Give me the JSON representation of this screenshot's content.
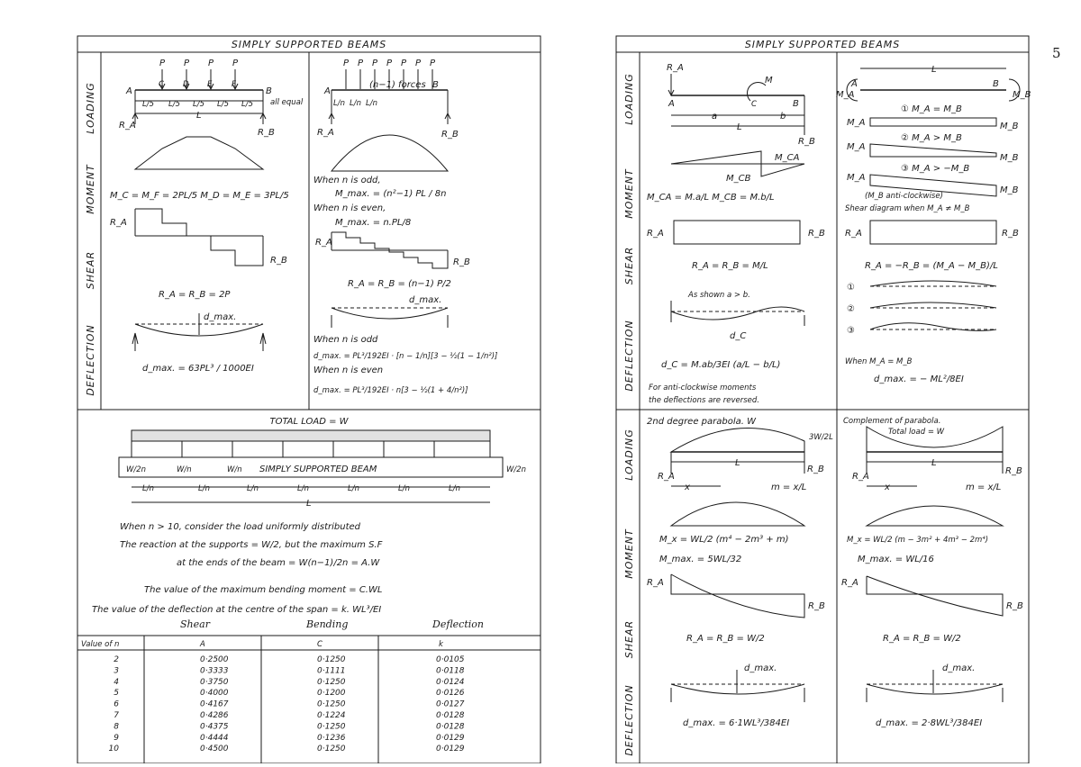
{
  "page_number": "5",
  "left": {
    "title": "SIMPLY SUPPORTED BEAMS",
    "row_labels": [
      "LOADING",
      "MOMENT",
      "SHEAR",
      "DEFLECTION"
    ],
    "colA": {
      "loads": [
        "P",
        "P",
        "P",
        "P"
      ],
      "points": [
        "A",
        "C",
        "D",
        "E",
        "F",
        "B"
      ],
      "span_label": "L",
      "spacing": "L/5",
      "all_equal": "all equal",
      "ra": "R_A",
      "rb": "R_B",
      "moment_eq": "M_C = M_F = 2PL/5    M_D = M_E = 3PL/5",
      "reactions": "R_A = R_B = 2P",
      "dmax_label": "d_max.",
      "dmax_eq": "d_max. = 63PL³ / 1000EI"
    },
    "colB": {
      "loads": [
        "P",
        "P",
        "P",
        "P",
        "P",
        "P",
        "P"
      ],
      "forces_label": "(n−1) forces",
      "a": "A",
      "b": "B",
      "spacing": "L/n",
      "odd_label": "When n is odd,",
      "odd_eq": "M_max. = (n²−1) PL / 8n",
      "even_label": "When n is even,",
      "even_eq": "M_max. = n.PL/8",
      "reactions": "R_A = R_B = (n−1) P/2",
      "dmax_label": "d_max.",
      "defl_odd_label": "When n is odd",
      "defl_odd_eq": "d_max. = PL³/192EI · [n − 1/n][3 − ½(1 − 1/n²)]",
      "defl_even_label": "When n is even",
      "defl_even_eq": "d_max. = PL³/192EI · n[3 − ½(1 + 4/n²)]"
    },
    "uniform": {
      "total_load": "TOTAL LOAD = W",
      "end_load": "W/2n",
      "inner_load": "W/n",
      "beam_label": "SIMPLY SUPPORTED BEAM",
      "spacing": "L/n",
      "span": "L",
      "note1": "When n > 10, consider the load uniformly distributed",
      "note2": "The reaction at the supports = W/2, but the maximum S.F",
      "note3": "at the ends of the beam = W(n−1)/2n = A.W",
      "note4": "The value of the maximum bending moment = C.WL",
      "note5": "The value of the deflection at the centre of the span = k. WL³/EI"
    },
    "table": {
      "hand_notes": [
        "Shear",
        "Bending",
        "Deflection"
      ],
      "headers": [
        "Value of n",
        "A",
        "C",
        "k"
      ],
      "rows": [
        [
          "2",
          "0·2500",
          "0·1250",
          "0·0105"
        ],
        [
          "3",
          "0·3333",
          "0·1111",
          "0·0118"
        ],
        [
          "4",
          "0·3750",
          "0·1250",
          "0·0124"
        ],
        [
          "5",
          "0·4000",
          "0·1200",
          "0·0126"
        ],
        [
          "6",
          "0·4167",
          "0·1250",
          "0·0127"
        ],
        [
          "7",
          "0·4286",
          "0·1224",
          "0·0128"
        ],
        [
          "8",
          "0·4375",
          "0·1250",
          "0·0128"
        ],
        [
          "9",
          "0·4444",
          "0·1236",
          "0·0129"
        ],
        [
          "10",
          "0·4500",
          "0·1250",
          "0·0129"
        ]
      ]
    }
  },
  "right": {
    "title": "SIMPLY SUPPORTED BEAMS",
    "row_labels": [
      "LOADING",
      "MOMENT",
      "SHEAR",
      "DEFLECTION",
      "LOADING",
      "MOMENT",
      "SHEAR",
      "DEFLECTION"
    ],
    "q1": {
      "ra": "R_A",
      "m": "M",
      "c": "C",
      "a": "A",
      "b": "B",
      "dim_a": "a",
      "dim_b": "b",
      "span": "L",
      "rb": "R_B",
      "mca": "M_CA",
      "mcb": "M_CB",
      "moment_eq": "M_CA = M.a/L    M_CB = M.b/L",
      "reactions": "R_A = R_B = M/L",
      "as_shown": "As shown a > b.",
      "dc": "d_C",
      "dc_eq": "d_C = M.ab/3EI (a/L − b/L)",
      "note1": "For anti-clockwise moments",
      "note2": "the deflections are reversed."
    },
    "q2": {
      "ma": "M_A",
      "mb": "M_B",
      "span": "L",
      "a": "A",
      "b": "B",
      "case1": "① M_A = M_B",
      "case2": "② M_A > M_B",
      "case3": "③ M_A > −M_B",
      "anti": "(M_B anti-clockwise)",
      "shear_note": "Shear diagram when M_A ≠ M_B",
      "reactions": "R_A = −R_B = (M_A − M_B)/L",
      "circ": [
        "①",
        "②",
        "③"
      ],
      "when": "When M_A = M_B",
      "dmax_eq": "d_max. = − ML²/8EI"
    },
    "q3": {
      "label": "2nd degree parabola.  W",
      "side": "3W/2L",
      "x": "x",
      "span": "L",
      "m_eq": "m = x/L",
      "mx_eq": "M_x = WL/2 (m⁴ − 2m³ + m)",
      "mmax_eq": "M_max. = 5WL/32",
      "reactions": "R_A = R_B = W/2",
      "dmax_label": "d_max.",
      "dmax_eq": "d_max. = 6·1WL³/384EI"
    },
    "q4": {
      "label1": "Complement of parabola.",
      "label2": "Total load = W",
      "x": "x",
      "span": "L",
      "m_eq": "m = x/L",
      "mx_eq": "M_x = WL/2 (m − 3m² + 4m³ − 2m⁴)",
      "mmax_eq": "M_max. = WL/16",
      "reactions": "R_A = R_B = W/2",
      "dmax_label": "d_max.",
      "dmax_eq": "d_max. = 2·8WL³/384EI"
    }
  }
}
